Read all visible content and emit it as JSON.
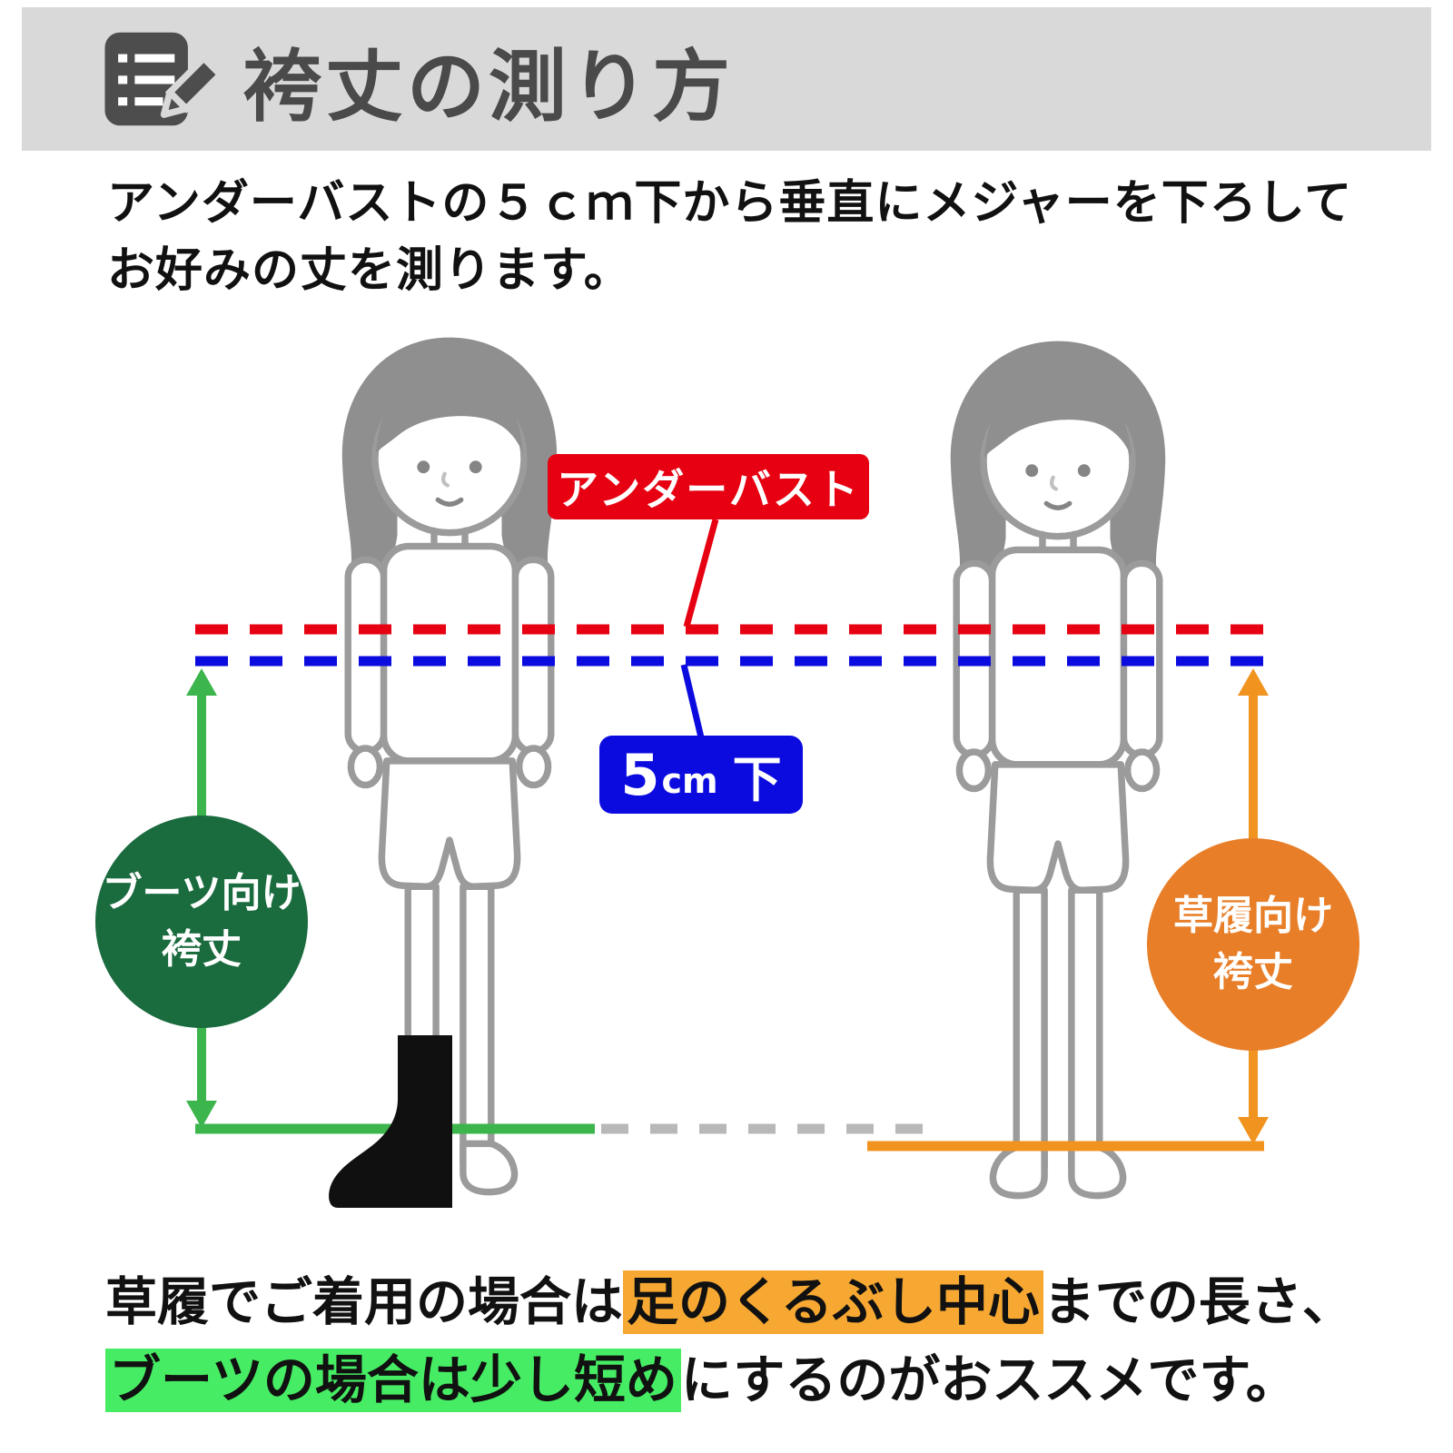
{
  "header": {
    "title": "袴丈の測り方"
  },
  "intro": {
    "line1": "アンダーバストの５ｃｍ下から垂直にメジャーを下ろして",
    "line2": "お好みの丈を測ります。"
  },
  "diagram": {
    "underbust_label": "アンダーバスト",
    "five_cm_label": {
      "number": "5",
      "unit": "cm",
      "suffix": "下"
    },
    "boots_circle": {
      "line1": "ブーツ向け",
      "line2": "袴丈"
    },
    "zori_circle": {
      "line1": "草履向け",
      "line2": "袴丈"
    }
  },
  "footer": {
    "line1": {
      "part1": "草履でご着用の場合は",
      "highlight": "足のくるぶし中心",
      "part2": "までの長さ、"
    },
    "line2": {
      "highlight": "ブーツの場合は少し短め",
      "part2": "にするのがおススメです。"
    }
  },
  "colors": {
    "red": "#e60011",
    "blue": "#0b0bdf",
    "green": "#3cb54d",
    "green-dark": "#1a6b3e",
    "orange": "#f0931f",
    "orange-dark": "#e87e28",
    "gray-dash": "#b8b8b8",
    "hl-orange": "#f6a832",
    "hl-green": "#46ec63",
    "header-bg": "#d9d9d9",
    "title-gray": "#4a4a4a"
  }
}
